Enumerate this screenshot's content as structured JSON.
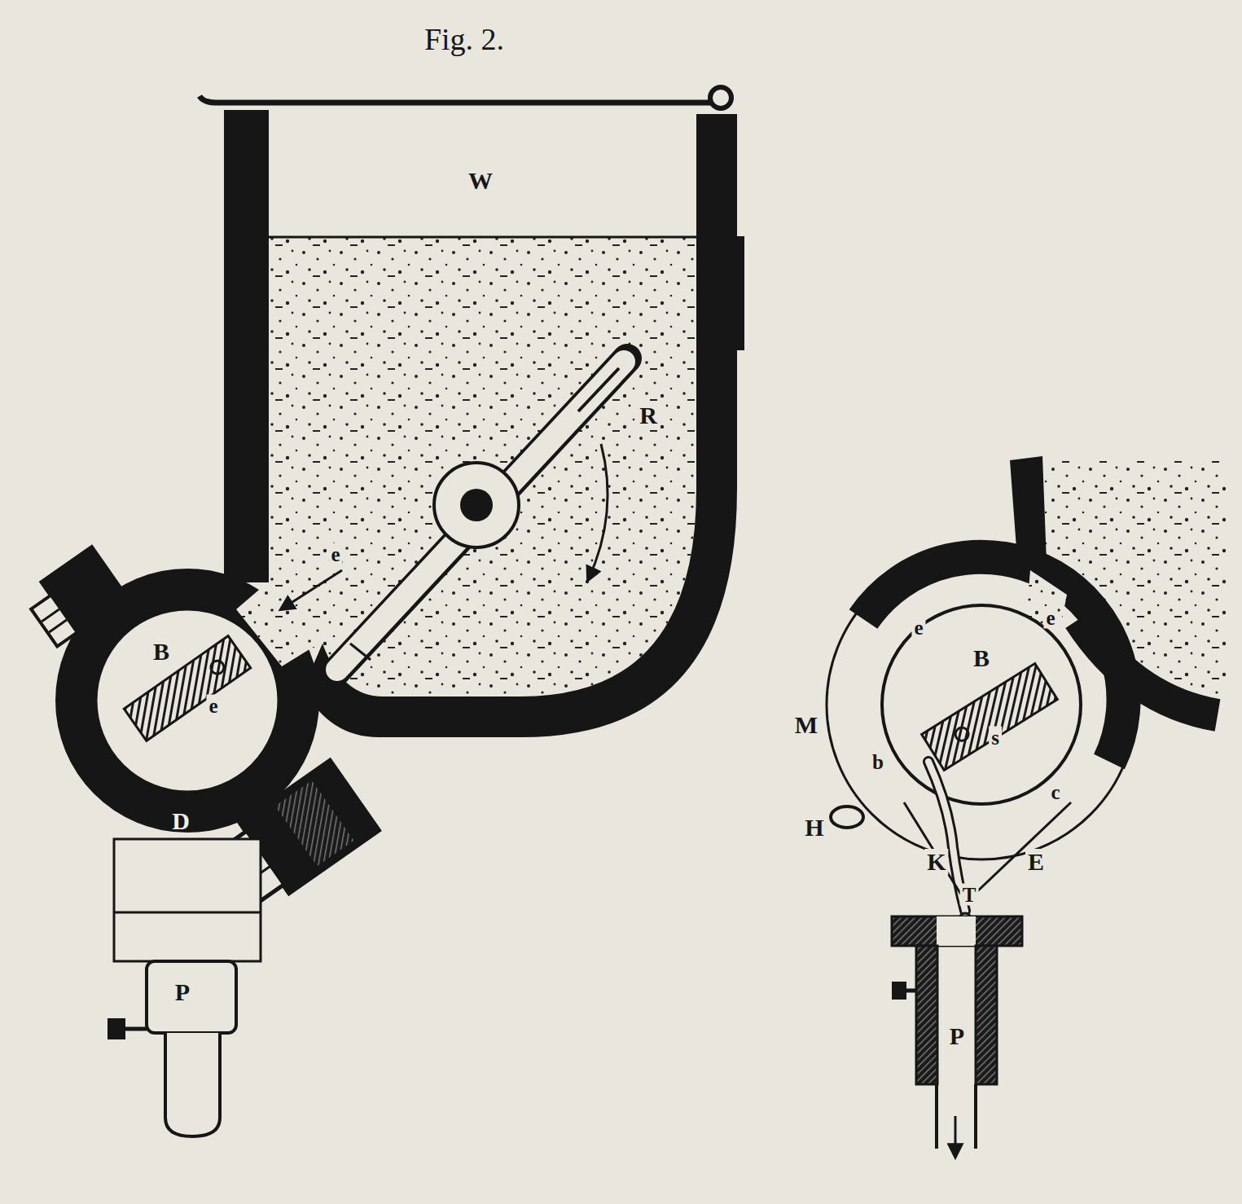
{
  "diagram": {
    "title": "Fig. 2.",
    "labels": [
      "W",
      "R",
      "e",
      "B",
      "e",
      "D",
      "P",
      "e",
      "B",
      "e",
      "M",
      "b",
      "s",
      "c",
      "H",
      "K",
      "E",
      "T",
      "P"
    ]
  }
}
